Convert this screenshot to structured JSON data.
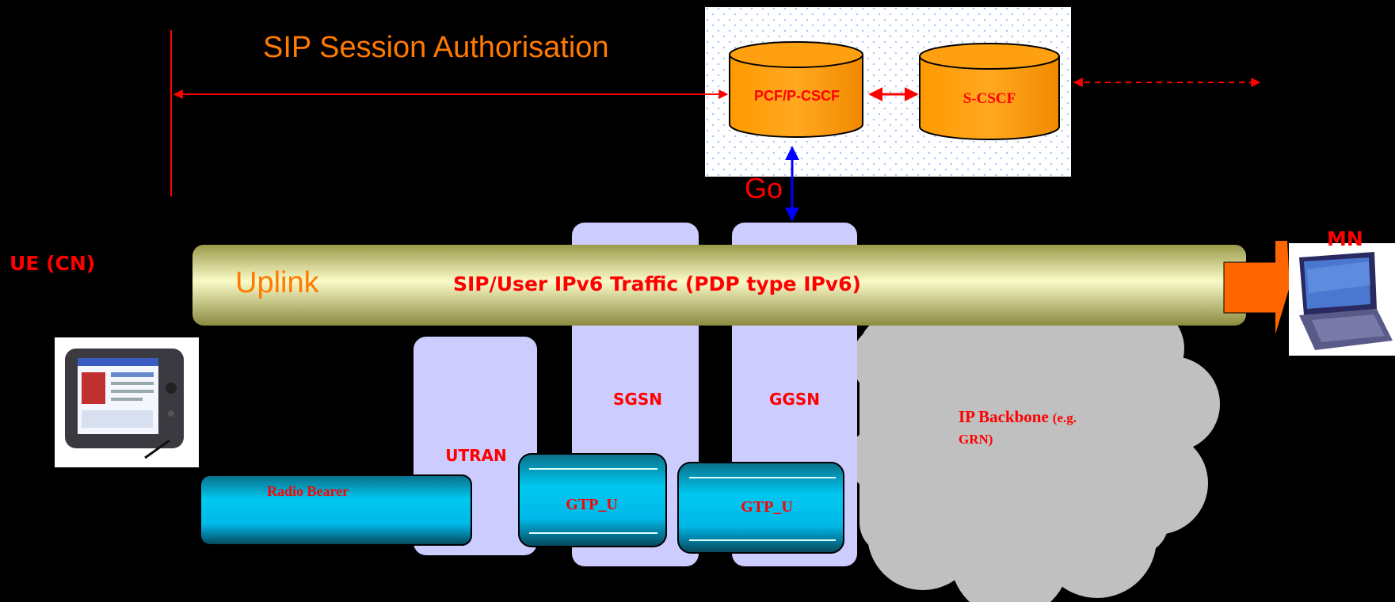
{
  "title": "SIP Session Authorisation",
  "nodes": {
    "pcf": "PCF/P-CSCF",
    "scscf": "S-CSCF",
    "sgsn": "SGSN",
    "ggsn": "GGSN",
    "utran": "UTRAN",
    "backbone_main": "IP Backbone",
    "backbone_sub": "(e.g.",
    "backbone_line2": "GRN)"
  },
  "interface_go": "Go",
  "endpoints": {
    "ue": "UE (CN)",
    "mn": "MN"
  },
  "pipe": {
    "direction": "Uplink",
    "traffic": "SIP/User IPv6 Traffic (PDP type  IPv6)"
  },
  "tunnels": {
    "radio": "Radio Bearer",
    "gtp1": "GTP_U",
    "gtp2": "GTP_U"
  },
  "colors": {
    "background": "#000000",
    "title": "#ff7a00",
    "label_red": "#ff0000",
    "node_orange": "#ff9a00",
    "column_lavender": "#ccccff",
    "cloud_gray": "#c0c0c0",
    "tunnel_cyan": "#00c8f0",
    "pipe_yellow": "#d8d890",
    "go_arrow_blue": "#0000ff"
  },
  "icons": [
    "tablet-device-icon",
    "laptop-icon"
  ]
}
